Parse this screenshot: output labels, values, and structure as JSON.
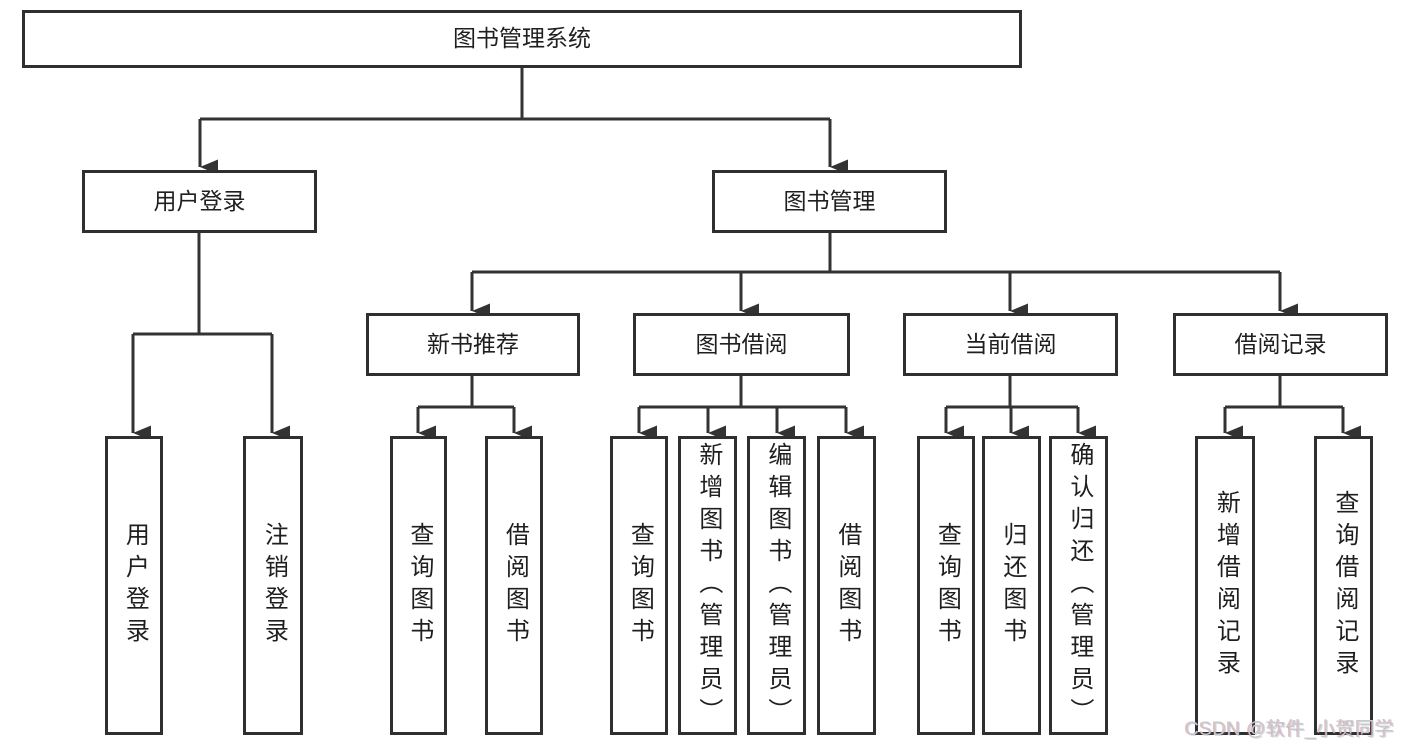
{
  "diagram": {
    "root": {
      "label": "图书管理系统"
    },
    "branches": [
      {
        "label": "用户登录",
        "children": [
          {
            "label": "用户登录"
          },
          {
            "label": "注销登录"
          }
        ]
      },
      {
        "label": "图书管理",
        "groups": [
          {
            "label": "新书推荐",
            "children": [
              {
                "label": "查询图书"
              },
              {
                "label": "借阅图书"
              }
            ]
          },
          {
            "label": "图书借阅",
            "children": [
              {
                "label": "查询图书"
              },
              {
                "label": "新增图书（管理员）"
              },
              {
                "label": "编辑图书（管理员）"
              },
              {
                "label": "借阅图书"
              }
            ]
          },
          {
            "label": "当前借阅",
            "children": [
              {
                "label": "查询图书"
              },
              {
                "label": "归还图书"
              },
              {
                "label": "确认归还（管理员）"
              }
            ]
          },
          {
            "label": "借阅记录",
            "children": [
              {
                "label": "新增借阅记录"
              },
              {
                "label": "查询借阅记录"
              }
            ]
          }
        ]
      }
    ]
  },
  "watermark": {
    "text": "CSDN @软件_小贺同学"
  },
  "colors": {
    "line": "#333333",
    "box_border": "#2f2f2f",
    "text": "#1f1f1f",
    "background": "#ffffff",
    "watermark": "#c9c9c9"
  }
}
